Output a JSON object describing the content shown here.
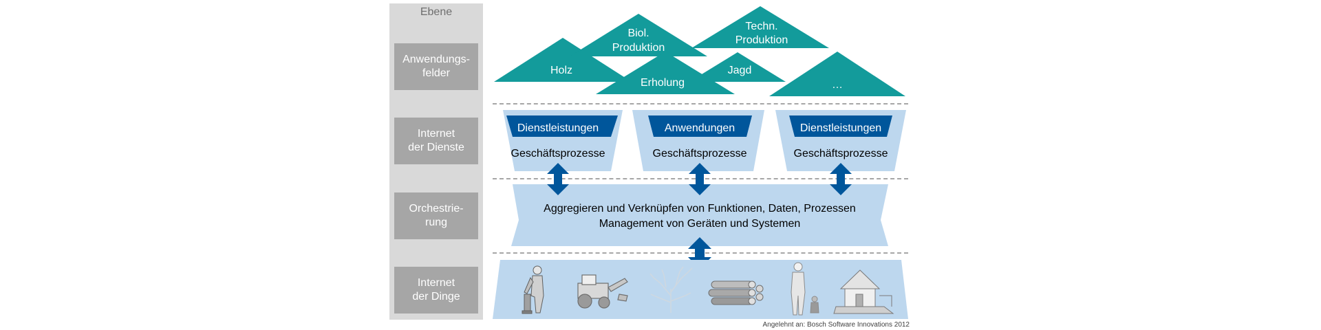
{
  "levels": {
    "title": "Ebene",
    "rows": [
      {
        "label": "Anwendungs-\nfelder"
      },
      {
        "label": "Internet\nder Dienste"
      },
      {
        "label": "Orchestrie-\nrung"
      },
      {
        "label": "Internet\nder Dinge"
      }
    ]
  },
  "fields": {
    "holz": "Holz",
    "biol_1": "Biol.",
    "biol_2": "Produktion",
    "techn_1": "Techn.",
    "techn_2": "Produktion",
    "jagd": "Jagd",
    "erholung": "Erholung",
    "more": "…"
  },
  "services": [
    {
      "badge": "Dienstleistungen",
      "process": "Geschäftsprozesse"
    },
    {
      "badge": "Anwendungen",
      "process": "Geschäftsprozesse"
    },
    {
      "badge": "Dienstleistungen",
      "process": "Geschäftsprozesse"
    }
  ],
  "orchestration": {
    "line1": "Aggregieren und Verknüpfen von Funktionen, Daten, Prozessen",
    "line2": "Management von Geräten und Systemen"
  },
  "things": {
    "icons": [
      "worker-icon",
      "tractor-icon",
      "tree-icon",
      "logs-icon",
      "person-with-child-icon",
      "house-icon"
    ]
  },
  "caption": "Angelehnt an: Bosch Software Innovations 2012",
  "colors": {
    "teal": "#139b9b",
    "light_blue": "#bdd7ee",
    "dark_blue": "#00569b",
    "grey": "#a6a6a6",
    "column_bg": "#d9d9d9"
  }
}
